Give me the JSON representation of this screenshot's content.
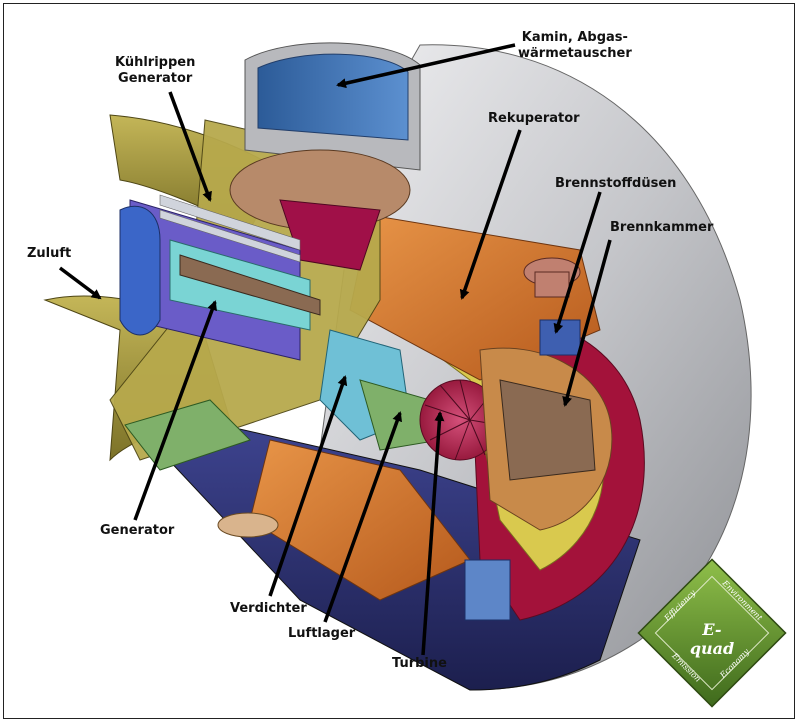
{
  "labels": {
    "kamin": "Kamin, Abgas-\nwärmetauscher",
    "kuehlrippen": "Kühlrippen\nGenerator",
    "rekuperator": "Rekuperator",
    "brennstoffduesen": "Brennstoffdüsen",
    "brennkammer": "Brennkammer",
    "zuluft": "Zuluft",
    "generator": "Generator",
    "verdichter": "Verdichter",
    "luftlager": "Luftlager",
    "turbine": "Turbine"
  },
  "logo": {
    "center": "E-quad",
    "top_left": "Efficiency",
    "top_right": "Environment",
    "bottom_left": "Emission",
    "bottom_right": "Economy"
  },
  "colors": {
    "housing_gray": "#c9cacd",
    "olive": "#a79a45",
    "orange": "#d8782e",
    "blue": "#3a6fb0",
    "crimson": "#a3123a",
    "navy": "#262a66",
    "green": "#7fb06a",
    "tan": "#d9b48d",
    "logo_green": "#5e8c2c"
  }
}
